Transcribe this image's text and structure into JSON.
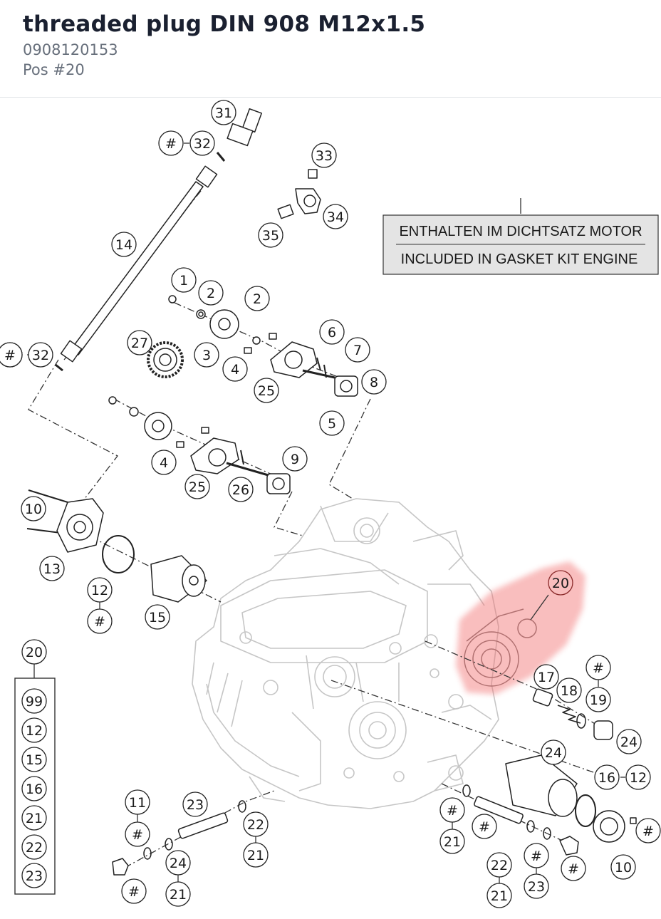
{
  "part": {
    "title": "threaded plug DIN 908 M12x1.5",
    "number": "0908120153",
    "position": "Pos #20"
  },
  "diagram": {
    "highlight_color": "#f26f6f",
    "kit_box": {
      "line1": "ENTHALTEN IM DICHTSATZ MOTOR",
      "line2": "INCLUDED IN GASKET KIT ENGINE"
    },
    "labels": [
      "31",
      "#",
      "32",
      "33",
      "34",
      "35",
      "14",
      "#",
      "1",
      "2",
      "2",
      "27",
      "3",
      "4",
      "6",
      "7",
      "25",
      "8",
      "5",
      "#",
      "32",
      "4",
      "25",
      "26",
      "9",
      "10",
      "13",
      "12",
      "#",
      "15",
      "20",
      "17",
      "18",
      "#",
      "19",
      "20",
      "99",
      "12",
      "15",
      "16",
      "21",
      "22",
      "23",
      "24",
      "16",
      "12",
      "#",
      "10",
      "11",
      "#",
      "23",
      "22",
      "21",
      "#",
      "21",
      "#",
      "24",
      "21",
      "#",
      "22",
      "21",
      "#",
      "23",
      "#",
      "24"
    ]
  }
}
